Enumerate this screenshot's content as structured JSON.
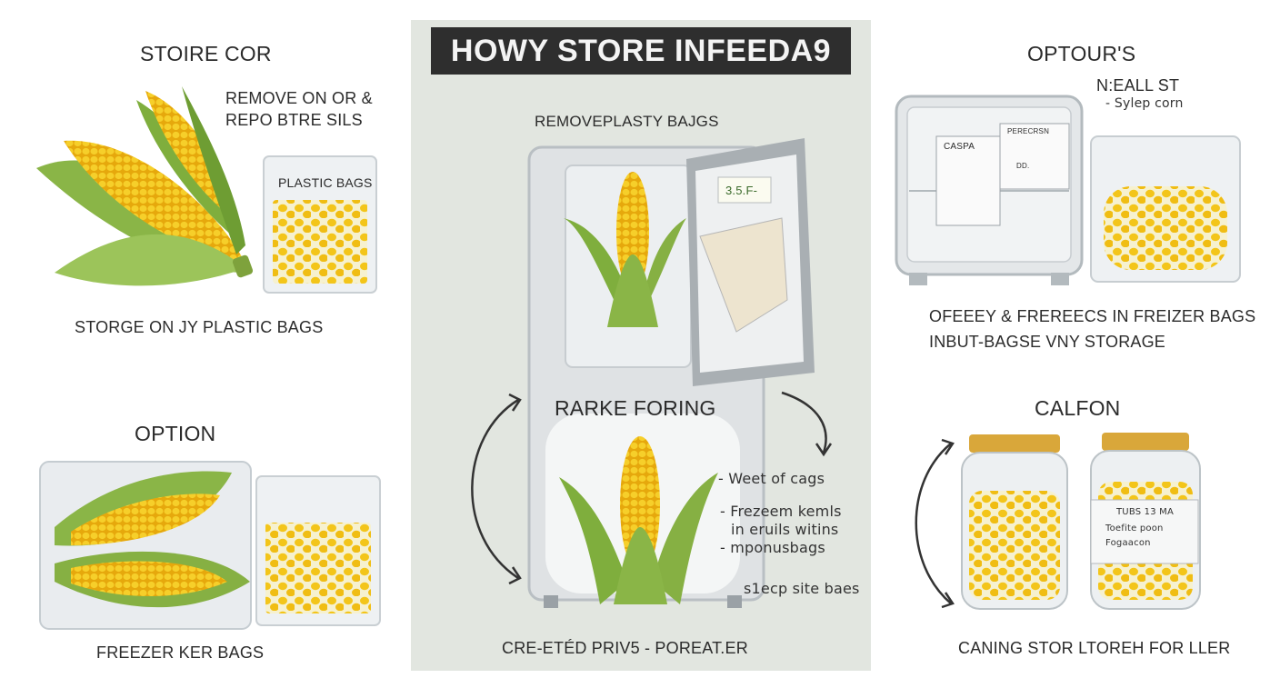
{
  "title": "HOWY STORE INFEEDA9",
  "left": {
    "section1_heading": "STOIRE COR",
    "note_line1": "REMOVE ON OR &",
    "note_line2": "REPO BTRE SILS",
    "bag_label": "PLASTIC BAGS",
    "caption1": "STORGE ON JY PLASTIC BAGS",
    "section2_heading": "OPTION",
    "caption2": "FREEZER KER BAGS"
  },
  "center": {
    "top_label": "REMOVEPLASTY BAJGS",
    "fridge_tag": "3.5.F-",
    "middle_label": "RARKE FORING",
    "note1": "- Weet of cags",
    "note2_line1": "- Frezeem kemls",
    "note2_line2": "in eruils witins",
    "note2_line3": "- mponusbags",
    "note3": "s1ecp site baes",
    "bottom_label": "CRE-ETÉD PRIV5 - POREAT.ER"
  },
  "right": {
    "section1_heading": "OPTOUR'S",
    "note_line1": "N:EALL ST",
    "note_line2": "- Sylep corn",
    "freezer_card1": "CASPA",
    "freezer_card2": "PERECRSN",
    "freezer_card3": "DD.",
    "caption_line1": "OFEEEY & FREREECS IN FREIZER BAGS",
    "caption_line2": "INBUT-BAGSE VNY STORAGE",
    "section2_heading": "CALFON",
    "jar_label_line1": "TUBS 13 MA",
    "jar_label_line2": "Toefite poon",
    "jar_label_line3": "Fogaacon",
    "caption3": "CANING STOR LTOREH FOR LLER"
  },
  "colors": {
    "corn_yellow": "#f2c418",
    "husk_green": "#8ab547",
    "panel_bg": "#e2e6e0",
    "banner_bg": "#2e2e2e"
  }
}
